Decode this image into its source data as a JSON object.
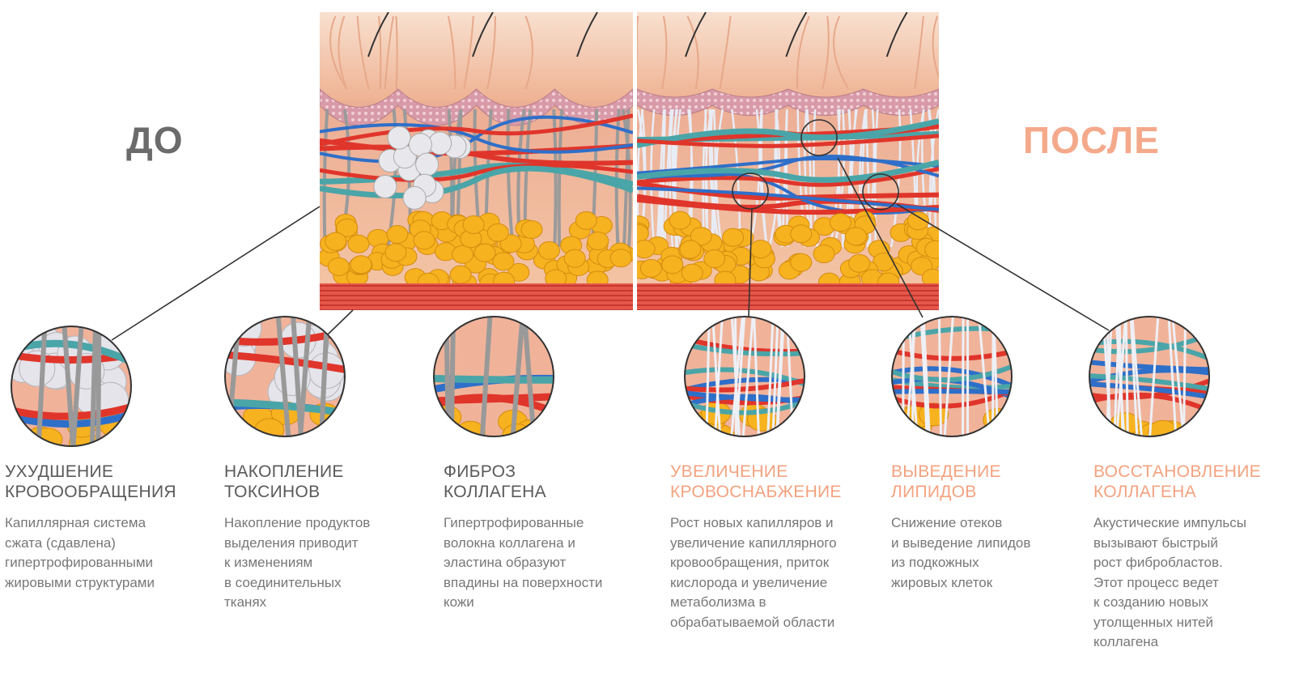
{
  "labels": {
    "before": "ДО",
    "after": "ПОСЛЕ"
  },
  "colors": {
    "before": "#6b6b6b",
    "after": "#f4a98b",
    "skin": "#f6cfb4",
    "fat": "#f7b21f",
    "vessel_red": "#e0352b",
    "vessel_blue": "#2e6fc9",
    "vessel_teal": "#4aa5a8",
    "muscle": "#e0503f"
  },
  "columns": [
    {
      "title_1": "УХУДШЕНИЕ",
      "title_2": "КРОВООБРАЩЕНИЯ",
      "lines": [
        "Капиллярная система",
        "сжата (сдавлена)",
        "гипертрофированными",
        "жировыми структурами"
      ]
    },
    {
      "title_1": "НАКОПЛЕНИЕ",
      "title_2": "ТОКСИНОВ",
      "lines": [
        "Накопление продуктов",
        "выделения приводит",
        "к изменениям",
        "в соединительных",
        "тканях"
      ]
    },
    {
      "title_1": "ФИБРОЗ",
      "title_2": "КОЛЛАГЕНА",
      "lines": [
        "Гипертрофированные",
        "волокна коллагена и",
        "эластина образуют",
        "впадины на поверхности",
        "кожи"
      ]
    },
    {
      "title_1": "УВЕЛИЧЕНИЕ",
      "title_2": "КРОВОСНАБЖЕНИЕ",
      "lines": [
        "Рост новых капилляров и",
        "увеличение капиллярного",
        "кровообращения, приток",
        "кислорода и увеличение",
        "метаболизма в",
        "обрабатываемой области"
      ]
    },
    {
      "title_1": "ВЫВЕДЕНИЕ",
      "title_2": "ЛИПИДОВ",
      "lines": [
        "Снижение отеков",
        "и выведение липидов",
        "из подкожных",
        "жировых клеток"
      ]
    },
    {
      "title_1": "ВОССТАНОВЛЕНИЕ",
      "title_2": "КОЛЛАГЕНА",
      "lines": [
        "Акустические импульсы",
        "вызывают быстрый",
        "рост фибробластов.",
        "Этот процесс ведет",
        "к созданию новых",
        "утолщенных нитей",
        "коллагена"
      ]
    }
  ]
}
